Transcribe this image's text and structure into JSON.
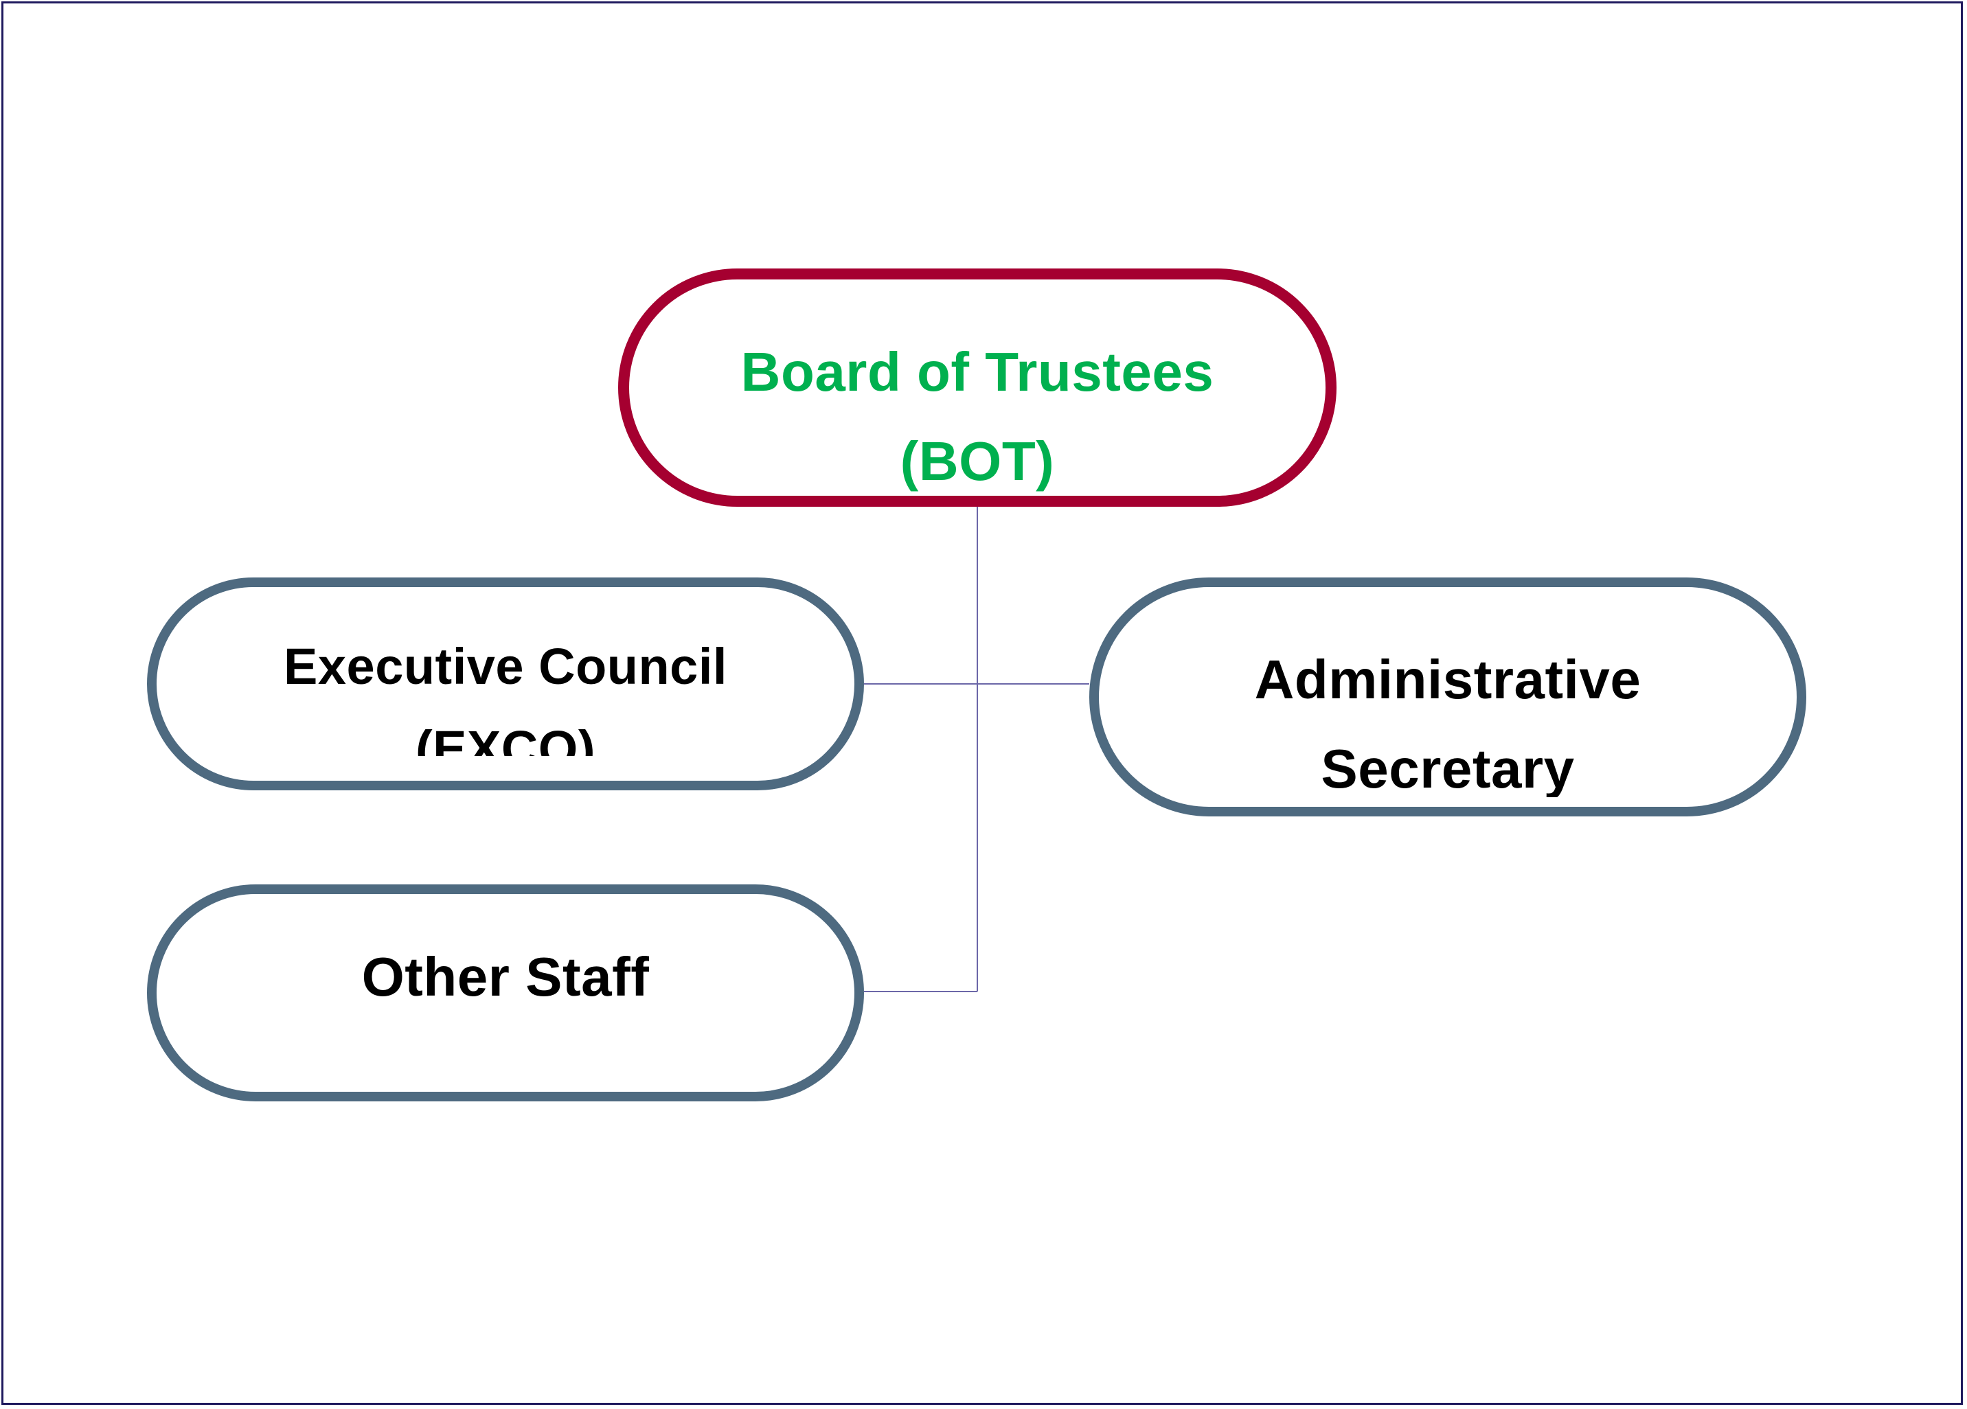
{
  "diagram": {
    "nodes": {
      "bot": {
        "line1": "Board of Trustees",
        "line2": "(BOT)"
      },
      "exco": {
        "line1": "Executive Council",
        "line2": "(EXCO)"
      },
      "admin": {
        "line1": "Administrative",
        "line2": "Secretary"
      },
      "other": {
        "line1": "Other Staff"
      }
    },
    "colors": {
      "bot_border": "#a50030",
      "bot_text": "#00b04f",
      "node_border": "#4e6a80",
      "connector": "#6b67a8",
      "frame": "#1f1a5e"
    }
  }
}
